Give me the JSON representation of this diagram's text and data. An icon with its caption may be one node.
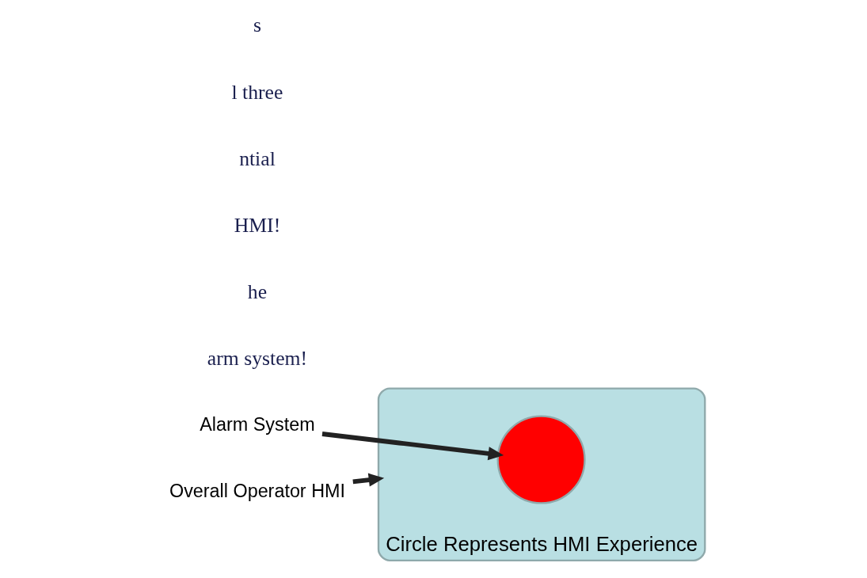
{
  "diagram": {
    "nodes": [
      {
        "text": [
          "Circle Represents HMI Experience"
        ]
      },
      {
        "text": [],
        "shape": "circle",
        "in": 0
      },
      {
        "text": [
          "Alarm System"
        ]
      },
      {
        "text": [
          "Overall Operator HMI"
        ]
      }
    ],
    "edges": [
      {
        "from": 2,
        "to": 1,
        "arrow": "to"
      },
      {
        "from": 3,
        "to": 0,
        "arrow": "to"
      }
    ],
    "labels": [
      "s",
      "l three",
      "ntial",
      "HMI!",
      "he",
      "arm system!"
    ]
  }
}
